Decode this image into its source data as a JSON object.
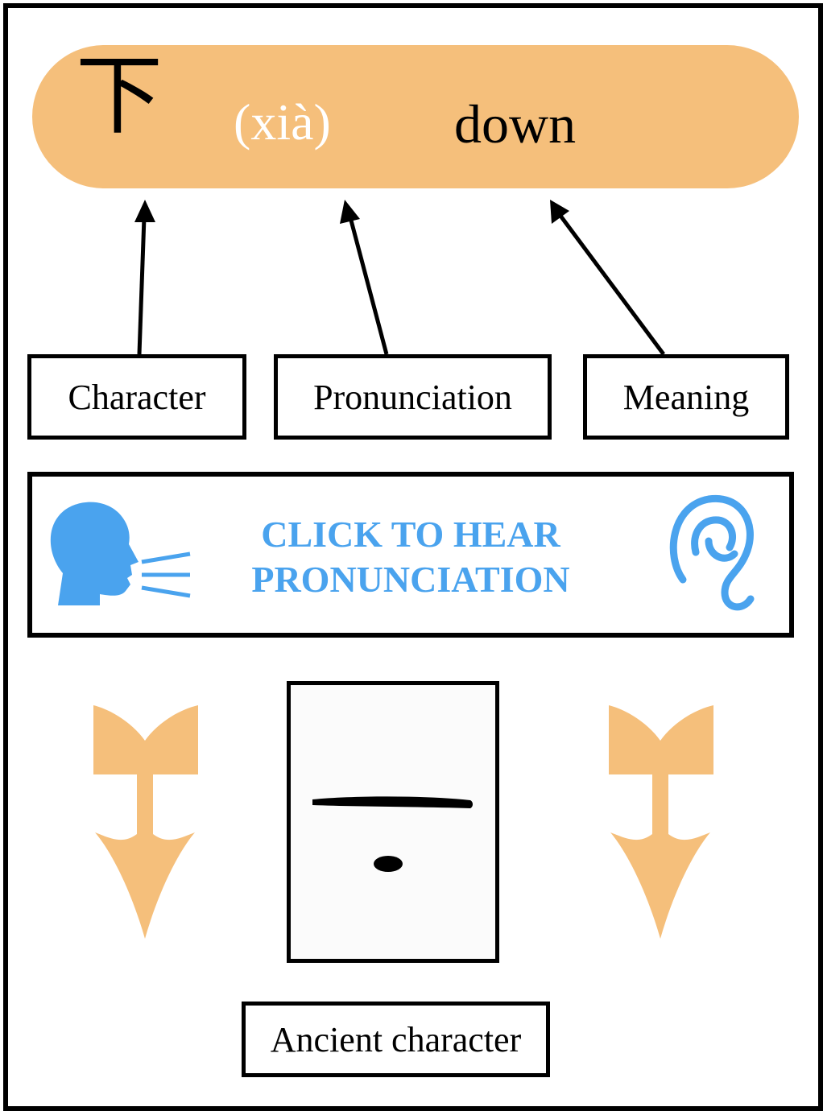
{
  "header": {
    "character": "下",
    "pinyin": "(xià)",
    "meaning": "down"
  },
  "labels": {
    "character": "Character",
    "pronunciation": "Pronunciation",
    "meaning": "Meaning",
    "ancient": "Ancient character"
  },
  "audio": {
    "line1": "CLICK TO HEAR",
    "line2": "PRONUNCIATION",
    "left_icon": "speaking-head-icon",
    "right_icon": "ear-icon"
  },
  "colors": {
    "pill": "#f5bf7b",
    "accent_blue": "#4aa3ee",
    "arrow_orange": "#f5bf7b"
  }
}
